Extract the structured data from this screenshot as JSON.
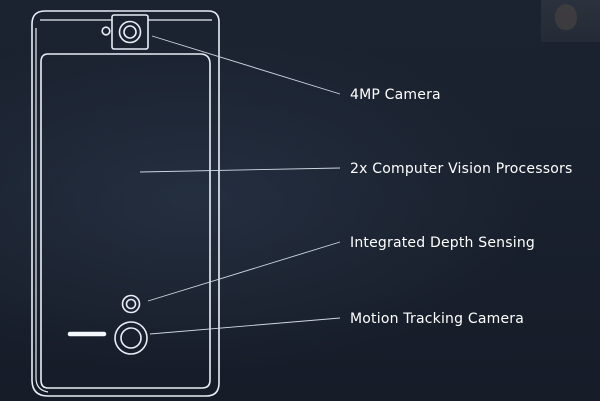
{
  "callouts": [
    {
      "id": "camera",
      "label": "4MP Camera"
    },
    {
      "id": "processors",
      "label": "2x Computer Vision Processors"
    },
    {
      "id": "depth",
      "label": "Integrated Depth Sensing"
    },
    {
      "id": "motion",
      "label": "Motion Tracking Camera"
    }
  ],
  "colors": {
    "background": "#1a2230",
    "outline": "#e8eef5",
    "label": "#ffffff"
  }
}
